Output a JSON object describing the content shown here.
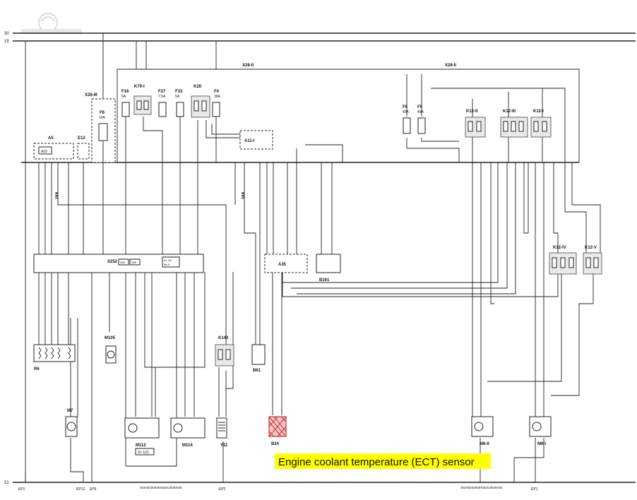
{
  "buses": {
    "top_a": "30",
    "top_b": "15",
    "bottom": "31"
  },
  "connectors": {
    "x28_ii_left": "X28-II",
    "x28_ii_right": "X28-II",
    "x28_iii": "X28-III"
  },
  "fuses": {
    "f16": {
      "name": "F16",
      "rating": "5A"
    },
    "f27": {
      "name": "F27",
      "rating": "7.5A"
    },
    "f33": {
      "name": "F33",
      "rating": "5A"
    },
    "f4": {
      "name": "F4",
      "rating": "30A"
    },
    "f8": {
      "name": "F8",
      "rating": "10A"
    },
    "f6": {
      "name": "F6",
      "rating": "40A"
    },
    "f5": {
      "name": "F5",
      "rating": "40A"
    }
  },
  "relays": {
    "k79": "K79-I",
    "k28": "K28",
    "k12_ii": "K12-II",
    "k12_iii": "K12-III",
    "k12_i": "K12-I",
    "k12_iv": "K12-IV",
    "k12_v": "K12-V",
    "k143": "K143"
  },
  "modules": {
    "a5": "A5",
    "a5_inner": "A15",
    "e12": "E12",
    "a11": "A11-I",
    "a35": "A35",
    "b161": "B161",
    "s252": "S252",
    "s252_l1": "A50",
    "s252_l2": "S59",
    "s252_l3": "A+ 36",
    "s252_l4": "Bu 5"
  },
  "components": {
    "r6": "R6",
    "m105": "M105",
    "m7": "M7",
    "m112": "M112",
    "m112_sub": "Zv 1(2)",
    "m114": "M114",
    "y11": "Y11",
    "b61": "B61",
    "b24": "B24",
    "m6_ii": "M6-II",
    "m6_i": "M6-I"
  },
  "grounds": {
    "ep1_left": "EP1",
    "ep12": "EP12",
    "ep9": "EP9",
    "ep2": "EP2",
    "ep1_right": "EP1"
  },
  "codes": {
    "left": "303H033/303H034/u303H035",
    "right": "303H033/303H034/u303H035"
  },
  "wire_labels": {
    "van_a": "VAN",
    "van_b": "VAN"
  },
  "caption": "Engine coolant temperature (ECT) sensor",
  "colors": {
    "highlight": "#ffff00",
    "sensor_fill": "#cc3333"
  }
}
